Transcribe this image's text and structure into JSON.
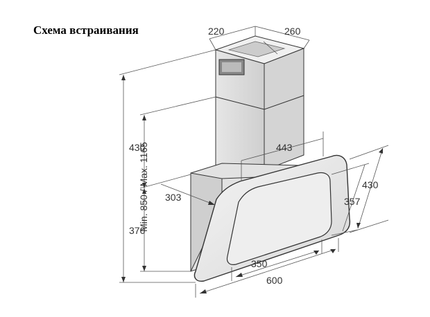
{
  "title": "Схема встраивания",
  "dimensions": {
    "chimney_depth": "220",
    "chimney_width": "260",
    "chimney_height": "430",
    "total_height": "Min. 850 / Max. 1165",
    "hood_depth": "303",
    "lower_height": "370",
    "outlet_width": "443",
    "glass_height": "430",
    "glass_inner": "357",
    "bottom_inner": "350",
    "bottom_width": "600"
  }
}
